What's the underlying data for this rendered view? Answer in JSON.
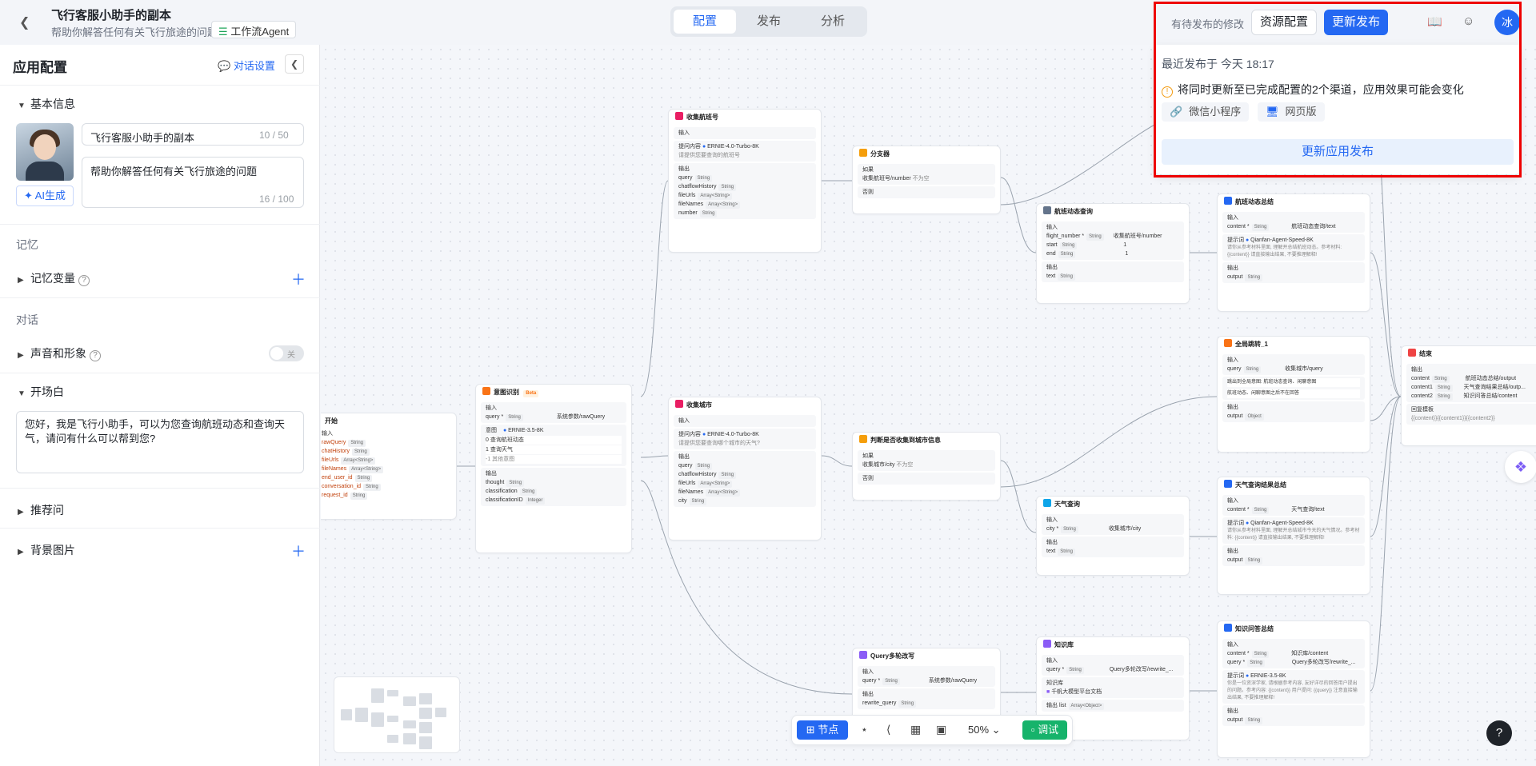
{
  "header": {
    "title": "飞行客服小助手的副本",
    "subtitle": "帮助你解答任何有关飞行旅途的问题",
    "type_badge": "工作流Agent",
    "tabs": [
      "配置",
      "发布",
      "分析"
    ],
    "pending_text": "有待发布的修改",
    "resource_button": "资源配置",
    "update_button": "更新发布",
    "user_initial": "冰"
  },
  "publish_popover": {
    "recent": "最近发布于 今天 18:17",
    "warning": "将同时更新至已完成配置的2个渠道，应用效果可能会变化",
    "channels": [
      "微信小程序",
      "网页版"
    ],
    "button": "更新应用发布"
  },
  "sidebar": {
    "title": "应用配置",
    "chat_settings": "对话设置",
    "basic_info": "基本信息",
    "name_value": "飞行客服小助手的副本",
    "name_counter": "10 / 50",
    "desc_value": "帮助你解答任何有关飞行旅途的问题",
    "desc_counter": "16 / 100",
    "ai_generate": "AI生成",
    "memory_group": "记忆",
    "memory_vars": "记忆变量",
    "dialog_group": "对话",
    "voice": "声音和形象",
    "toggle_off": "关",
    "opening": "开场白",
    "opening_text": "您好，我是飞行小助手，可以为您查询航班动态和查询天气，请问有什么可以帮到您?",
    "recommend": "推荐问",
    "background": "背景图片"
  },
  "toolbar": {
    "node_button": "节点",
    "zoom": "50%",
    "debug_button": "调试"
  },
  "nodes": {
    "start": {
      "title": "开始",
      "input_label": "输入",
      "rows": [
        [
          "rawQuery",
          "String"
        ],
        [
          "chatHistory",
          "String"
        ],
        [
          "fileUrls",
          "Array<String>"
        ],
        [
          "fileNames",
          "Array<String>"
        ],
        [
          "end_user_id",
          "String"
        ],
        [
          "conversation_id",
          "String"
        ],
        [
          "request_id",
          "String"
        ]
      ]
    },
    "intent": {
      "title": "意图识别",
      "badge": "Beta",
      "input_label": "输入",
      "query": "query *",
      "query_type": "String",
      "query_ref": "系统参数/rawQuery",
      "intent_label": "意图",
      "model": "ERNIE-3.5-8K",
      "options": [
        "0   查询航班动态",
        "1   查询天气",
        "-1  其他意图"
      ],
      "output_label": "输出",
      "outputs": [
        [
          "thought",
          "String"
        ],
        [
          "classification",
          "String"
        ],
        [
          "classificationID",
          "Integer"
        ]
      ]
    },
    "collect_flight": {
      "title": "收集航班号",
      "input_label": "输入",
      "prompt_label": "提问内容",
      "model": "ERNIE-4.0-Turbo-8K",
      "prompt": "请提供您要查询的航班号",
      "output_label": "输出",
      "outputs": [
        [
          "query",
          "String"
        ],
        [
          "chatflowHistory",
          "String"
        ],
        [
          "fileUrls",
          "Array<String>"
        ],
        [
          "fileNames",
          "Array<String>"
        ],
        [
          "number",
          "String"
        ]
      ]
    },
    "collect_city": {
      "title": "收集城市",
      "input_label": "输入",
      "prompt_label": "提问内容",
      "model": "ERNIE-4.0-Turbo-8K",
      "prompt": "请提供您要查询哪个城市的天气?",
      "output_label": "输出",
      "outputs": [
        [
          "query",
          "String"
        ],
        [
          "chatflowHistory",
          "String"
        ],
        [
          "fileUrls",
          "Array<String>"
        ],
        [
          "fileNames",
          "Array<String>"
        ],
        [
          "city",
          "String"
        ]
      ]
    },
    "branch1": {
      "title": "分支器",
      "if_label": "如果",
      "cond": "收集航班号/number",
      "op": "不为空",
      "else_label": "否则"
    },
    "branch2": {
      "title": "判断是否收集到城市信息",
      "if_label": "如果",
      "cond": "收集城市/city",
      "op": "不为空",
      "else_label": "否则"
    },
    "query_rewrite": {
      "title": "Query多轮改写",
      "input_label": "输入",
      "query": "query *",
      "query_type": "String",
      "query_ref": "系统参数/rawQuery",
      "output_label": "输出",
      "out1": "rewrite_query",
      "out1_type": "String"
    },
    "flight_query": {
      "title": "航班动态查询",
      "input_label": "输入",
      "rows": [
        [
          "flight_number *",
          "String",
          "收集航班号/number"
        ],
        [
          "start",
          "String",
          "1"
        ],
        [
          "end",
          "String",
          "1"
        ]
      ],
      "output_label": "输出",
      "out": "text",
      "out_type": "String"
    },
    "weather_query": {
      "title": "天气查询",
      "input_label": "输入",
      "rows": [
        [
          "city *",
          "String",
          "收集城市/city"
        ]
      ],
      "output_label": "输出",
      "out": "text",
      "out_type": "String"
    },
    "kb": {
      "title": "知识库",
      "input_label": "输入",
      "query": "query *",
      "query_type": "String",
      "query_ref": "Query多轮改写/rewrite_...",
      "kb_label": "知识库",
      "kb_item": "千帆大模型平台文档",
      "output_label": "输出",
      "out": "list",
      "out_type": "Array<Object>"
    },
    "flight_summary": {
      "title": "航班动态总结",
      "input_label": "输入",
      "content": "content *",
      "content_type": "String",
      "content_ref": "航班动态查询/text",
      "prompt_label": "提示词",
      "model": "Qianfan-Agent-Speed-8K",
      "prompt": "请你从参考材料里面, 理解并总结航班动态。参考材料: {{content}} 请直接输出结果, 不要推理解释!",
      "output_label": "输出",
      "out": "output",
      "out_type": "String"
    },
    "global_jump": {
      "title": "全局跳转_1",
      "input_label": "输入",
      "query": "query",
      "query_type": "String",
      "query_ref": "收集城市/query",
      "opt1": "跳出到全局意图: 航班动态查询、闲聊意图",
      "opt2": "航班动态、闲聊意图之后不在回答",
      "output_label": "输出",
      "out": "output",
      "out_type": "Object"
    },
    "weather_summary": {
      "title": "天气查询结果总结",
      "input_label": "输入",
      "content": "content *",
      "content_type": "String",
      "content_ref": "天气查询/text",
      "prompt_label": "提示词",
      "model": "Qianfan-Agent-Speed-8K",
      "prompt": "请你从参考材料里面, 理解并总结城市今天的天气情况。参考材料: {{content}} 请直接输出结果, 不要推理解释!",
      "output_label": "输出",
      "out": "output",
      "out_type": "String"
    },
    "kb_summary": {
      "title": "知识问答总结",
      "input_label": "输入",
      "rows": [
        [
          "content *",
          "String",
          "知识库/content"
        ],
        [
          "query *",
          "String",
          "Query多轮改写/rewrite_..."
        ]
      ],
      "prompt_label": "提示词",
      "model": "ERNIE-3.5-8K",
      "prompt": "你是一位资深学家, 请根据参考内容, 友好详尽的回答用户提出的问题。参考内容: {{content}} 用户提问: {{query}} 注意直接输出结果, 不要推理解释!",
      "output_label": "输出",
      "out": "output",
      "out_type": "String"
    },
    "end": {
      "title": "结束",
      "output_label": "输出",
      "rows": [
        [
          "content",
          "String",
          "航班动态总结/output"
        ],
        [
          "content1",
          "String",
          "天气查询结果总结/outp..."
        ],
        [
          "content2",
          "String",
          "知识问答总结/content"
        ]
      ],
      "reply_label": "回复模板",
      "reply": "{{content}}{{content1}}{{content2}}"
    }
  }
}
